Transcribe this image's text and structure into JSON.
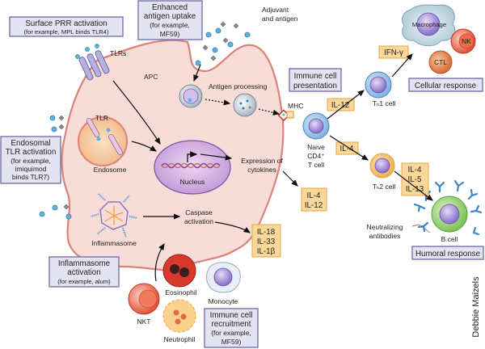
{
  "title": "Mechanisms of adjuvant action",
  "credit": "Debbie Maizels",
  "mechanism_boxes": {
    "surface_prr": {
      "title": "Surface PRR activation",
      "example": "(for example, MPL binds TLR4)"
    },
    "antigen_uptake": {
      "lines": [
        "Enhanced",
        "antigen uptake",
        "(for example,",
        "MF59)"
      ]
    },
    "endosomal_tlr": {
      "lines": [
        "Endosomal",
        "TLR activation",
        "(for example,",
        "imiquimod",
        "binds TLR7)"
      ]
    },
    "inflammasome": {
      "lines": [
        "Inflammasome",
        "activation",
        "(for example, alum)"
      ]
    },
    "recruitment": {
      "lines": [
        "Immune cell",
        "recruitment",
        "(for example,",
        "MF59)"
      ]
    },
    "presentation": {
      "lines": [
        "Immune cell",
        "presentation"
      ]
    }
  },
  "labels": {
    "adjuvant": [
      "Adjuvant",
      "and antigen"
    ],
    "tlrs": "TLRs",
    "apc": "APC",
    "antigen_processing": "Antigen processing",
    "tlr": "TLR",
    "endosome": "Endosome",
    "nucleus": "Nucleus",
    "expression": [
      "Expression of",
      "cytokines"
    ],
    "inflammasome": "Inflammasome",
    "caspase": [
      "Caspase",
      "activation"
    ],
    "mhc": "MHC",
    "naive": [
      "Naive",
      "CD4⁺",
      "T cell"
    ],
    "th1": "Tₕ1 cell",
    "th2": "Tₕ2 cell",
    "macrophage": "Macrophage",
    "nk": "NK",
    "ctl": "CTL",
    "b_cell": "B cell",
    "neutralizing": [
      "Neutralizing",
      "antibodies"
    ],
    "eosinophil": "Eosinophil",
    "monocyte": "Monocyte",
    "nkt": "NKT",
    "neutrophil": "Neutrophil"
  },
  "cytokines": {
    "il12": [
      "IL-12"
    ],
    "ifng": [
      "IFN-γ"
    ],
    "il4": [
      "IL-4"
    ],
    "th2_out": [
      "IL-4",
      "IL-5",
      "IL-13"
    ],
    "apc_out": [
      "IL-4",
      "IL-12"
    ],
    "inflam_out": [
      "IL-18",
      "IL-33",
      "IL-1β"
    ]
  },
  "responses": {
    "cellular": "Cellular response",
    "humoral": "Humoral response"
  }
}
